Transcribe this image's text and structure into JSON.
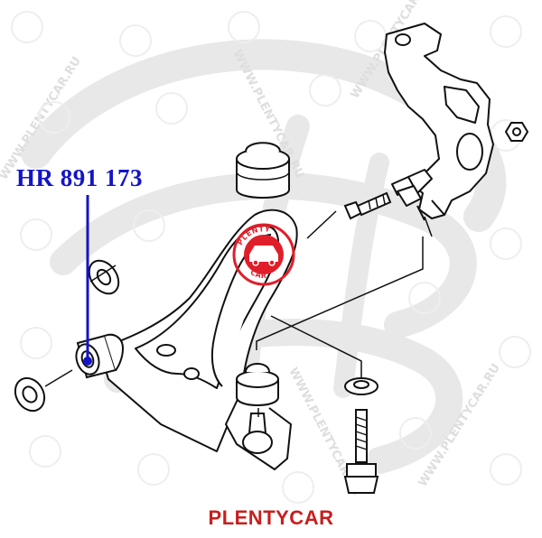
{
  "diagram": {
    "part_number": "HR 891 173",
    "brand_footer": "PLENTYCAR",
    "watermark_text": "WWW.PLENTYCAR.RU",
    "logo_text": "PLENTYCAR",
    "colors": {
      "callout": "#1414c8",
      "footer": "#c81e1e",
      "logo": "#e01e2a",
      "watermark": "#e6e6e6",
      "line": "#111111"
    },
    "icons": {
      "logo": "car-badge-icon"
    }
  }
}
